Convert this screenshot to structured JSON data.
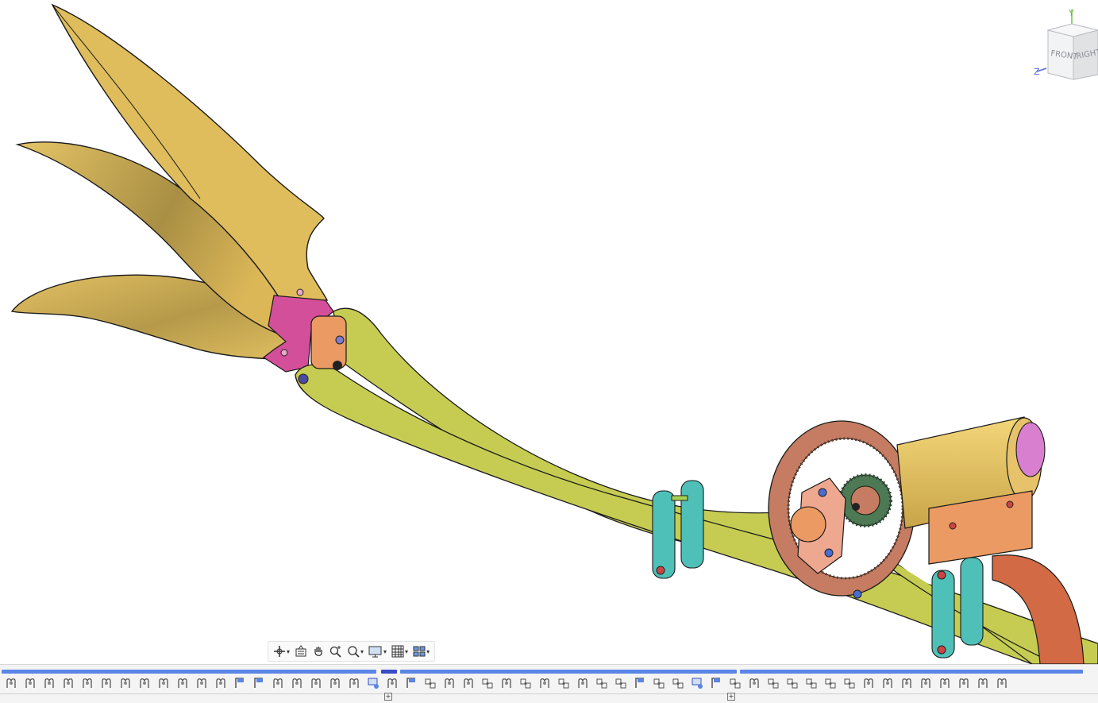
{
  "viewcube": {
    "front_label": "FRONT",
    "right_label": "RIGHT",
    "axis_y": "Y",
    "axis_z": "Z"
  },
  "navbar": {
    "tools": [
      {
        "name": "orbit-tool",
        "icon": "orbit-icon",
        "has_menu": true
      },
      {
        "name": "look-at-tool",
        "icon": "look-at-icon",
        "has_menu": false
      },
      {
        "name": "pan-tool",
        "icon": "pan-hand-icon",
        "has_menu": false
      },
      {
        "name": "zoom-tool",
        "icon": "zoom-icon",
        "has_menu": false
      },
      {
        "name": "fit-tool",
        "icon": "zoom-window-icon",
        "has_menu": true
      },
      {
        "name": "display-settings-tool",
        "icon": "display-icon",
        "has_menu": true
      },
      {
        "name": "grid-snap-tool",
        "icon": "grid-icon",
        "has_menu": true
      },
      {
        "name": "viewports-tool",
        "icon": "viewports-icon",
        "has_menu": true
      }
    ]
  },
  "timeline": {
    "features": [
      "joint",
      "joint",
      "joint",
      "joint",
      "joint",
      "joint",
      "joint",
      "joint",
      "joint",
      "joint",
      "joint",
      "joint",
      "sketch",
      "sketch",
      "joint",
      "joint",
      "joint",
      "joint",
      "joint",
      "marker",
      "joint",
      "sketch",
      "rigid",
      "joint",
      "joint",
      "rigid",
      "joint",
      "rigid",
      "joint",
      "rigid",
      "joint",
      "rigid",
      "rigid",
      "sketch",
      "rigid",
      "rigid",
      "marker",
      "sketch",
      "rigid",
      "joint",
      "rigid",
      "rigid",
      "rigid",
      "rigid",
      "rigid",
      "joint",
      "joint",
      "joint",
      "joint",
      "joint",
      "joint",
      "joint",
      "joint"
    ]
  },
  "colors": {
    "blade": "#dcb758",
    "linkage": "#c6cc52",
    "bracket_pink": "#d44f9a",
    "gear_brown": "#c57c62",
    "motor_body": "#e8c55c",
    "motor_cap": "#d87fd0",
    "teal_bracket": "#4fc0b8",
    "timeline_accent": "#5b86e5"
  }
}
